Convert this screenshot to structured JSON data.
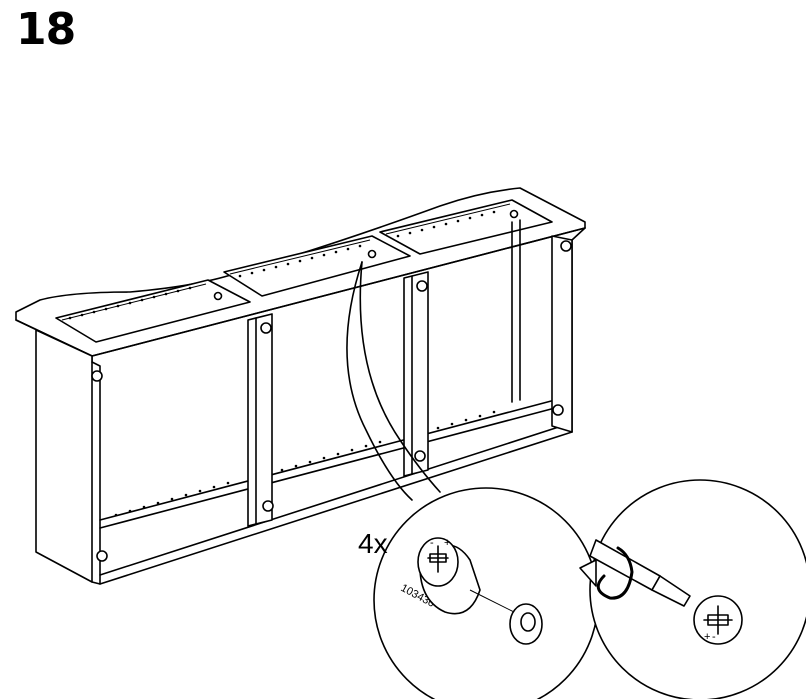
{
  "step": {
    "number": "18"
  },
  "detail": {
    "quantity_label": "4x",
    "part_number": "103430"
  },
  "icons": {
    "cam_lock": "cam-lock-fitting-icon",
    "screwdriver": "screwdriver-icon",
    "rotation_arrow": "clockwise-rotation-arrow-icon"
  }
}
